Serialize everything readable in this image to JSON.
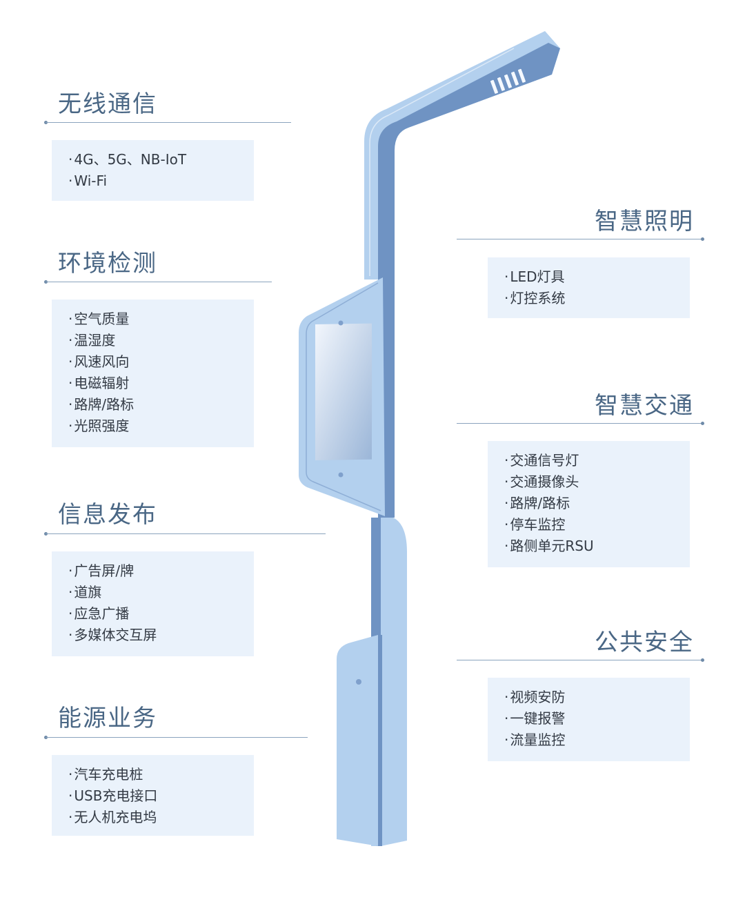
{
  "sections": [
    {
      "id": "wireless",
      "title": "无线通信",
      "items": [
        "4G、5G、NB-IoT",
        "Wi-Fi"
      ]
    },
    {
      "id": "environment",
      "title": "环境检测",
      "items": [
        "空气质量",
        "温湿度",
        "风速风向",
        "电磁辐射",
        "路牌/路标",
        "光照强度"
      ]
    },
    {
      "id": "info",
      "title": "信息发布",
      "items": [
        "广告屏/牌",
        "道旗",
        "应急广播",
        "多媒体交互屏"
      ]
    },
    {
      "id": "energy",
      "title": "能源业务",
      "items": [
        "汽车充电桩",
        "USB充电接口",
        "无人机充电坞"
      ]
    },
    {
      "id": "lighting",
      "title": "智慧照明",
      "items": [
        "LED灯具",
        "灯控系统"
      ]
    },
    {
      "id": "traffic",
      "title": "智慧交通",
      "items": [
        "交通信号灯",
        "交通摄像头",
        "路牌/路标",
        "停车监控",
        "路侧单元RSU"
      ]
    },
    {
      "id": "safety",
      "title": "公共安全",
      "items": [
        "视频安防",
        "一键报警",
        "流量监控"
      ]
    }
  ],
  "colors": {
    "pole_light": "#b3d0ee",
    "pole_dark": "#6f93c3",
    "title": "#4a6785",
    "box": "#eaf2fb"
  }
}
